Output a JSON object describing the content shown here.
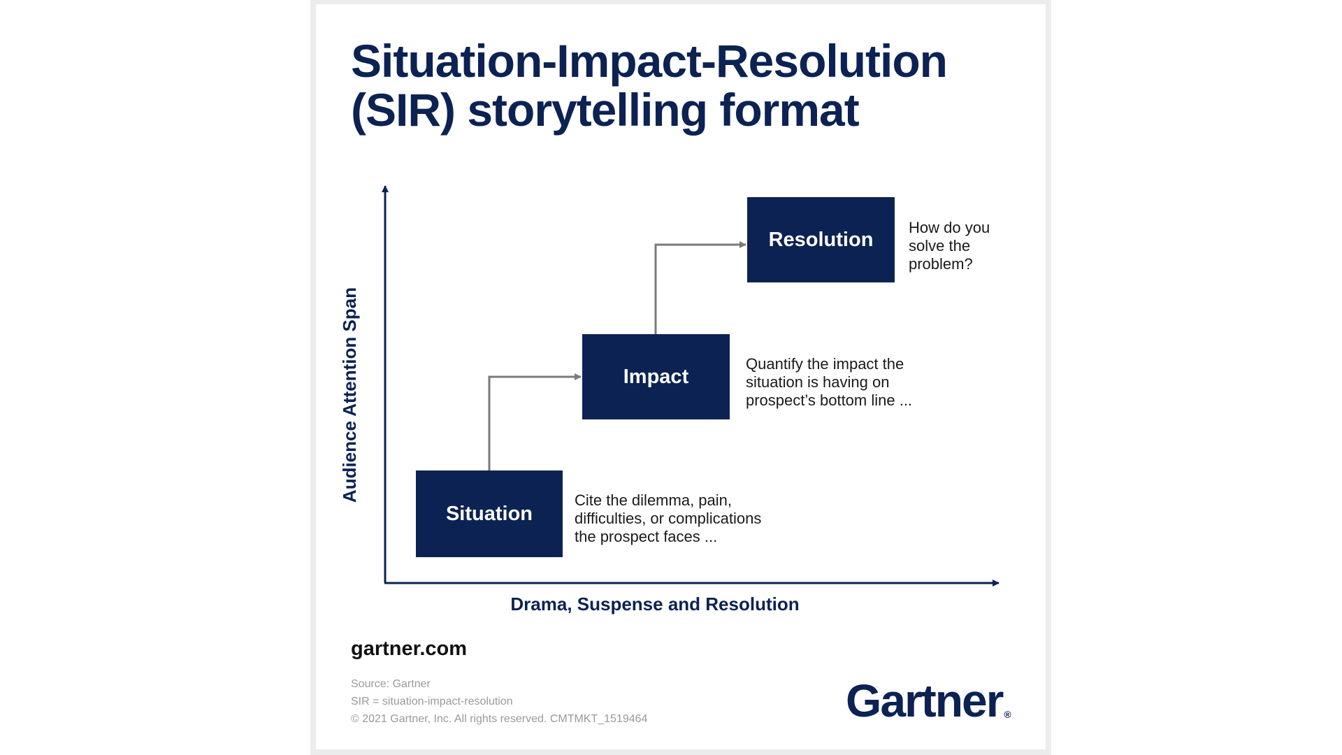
{
  "title": {
    "line1": "Situation-Impact-Resolution",
    "line2": "(SIR) storytelling format"
  },
  "diagram": {
    "y_axis_label": "Audience Attention Span",
    "x_axis_label": "Drama, Suspense and Resolution",
    "steps": [
      {
        "label": "Situation",
        "description": [
          "Cite the dilemma, pain,",
          "difficulties, or complications",
          "the prospect faces ..."
        ]
      },
      {
        "label": "Impact",
        "description": [
          "Quantify the impact the",
          "situation is having on",
          "prospect’s bottom line ..."
        ]
      },
      {
        "label": "Resolution",
        "description": [
          "How do you",
          "solve the",
          "problem?"
        ]
      }
    ],
    "colors": {
      "box": "#0b2253",
      "connector": "#7a7a7a",
      "axis": "#0b2253"
    }
  },
  "footer": {
    "site": "gartner.com",
    "source": "Source: Gartner",
    "definition": "SIR = situation-impact-resolution",
    "copyright": "© 2021 Gartner, Inc. All rights reserved. CMTMKT_1519464",
    "logo_text": "Gartner",
    "logo_mark": "®"
  }
}
